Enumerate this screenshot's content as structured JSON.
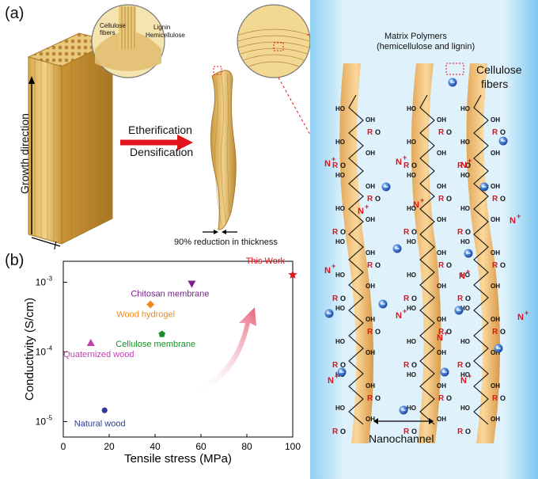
{
  "panel_a": {
    "label": "(a)",
    "growth_direction": "Growth direction",
    "length_symbol": "l",
    "zoom_labels": {
      "cellulose_fibers": "Cellulose fibers",
      "lignin": "Lignin",
      "hemicellulose": "Hemicellulose"
    },
    "process_line1": "Etherification",
    "process_line2": "Densification",
    "thickness_note": "90% reduction in thickness"
  },
  "panel_right": {
    "matrix_line1": "Matrix Polymers",
    "matrix_line2": "(hemicellulose and lignin)",
    "fibers_line1": "Cellulose",
    "fibers_line2": "fibers",
    "nanochannel": "Nanochannel",
    "chem": {
      "R": "R",
      "O": "O",
      "HO": "HO",
      "OH": "OH",
      "N": "N",
      "plus": "+"
    }
  },
  "panel_b": {
    "label": "(b)"
  },
  "colors": {
    "wood_light": "#e8c87a",
    "wood_dark": "#b8862f",
    "arrow_red": "#e0141a",
    "blue_bg": "#7ec8f0",
    "fiber": "#f2c078"
  },
  "chart_data": {
    "type": "scatter",
    "xlabel": "Tensile stress (MPa)",
    "ylabel": "Conductivity (S/cm)",
    "xlim": [
      0,
      100
    ],
    "ylim": [
      6e-06,
      0.002
    ],
    "yscale": "log",
    "xticks": [
      "0",
      "20",
      "40",
      "60",
      "80",
      "100"
    ],
    "yticks": [
      {
        "base": "10",
        "exp": "-5"
      },
      {
        "base": "10",
        "exp": "-4"
      },
      {
        "base": "10",
        "exp": "-3"
      }
    ],
    "points": [
      {
        "name": "This Work",
        "x": 100,
        "y": 0.00128,
        "color": "#e0141a",
        "marker": "star"
      },
      {
        "name": "Chitosan membrane",
        "x": 56,
        "y": 0.00095,
        "color": "#7a1f8c",
        "marker": "triangle-down"
      },
      {
        "name": "Wood hydrogel",
        "x": 38,
        "y": 0.00048,
        "color": "#f08a1c",
        "marker": "diamond"
      },
      {
        "name": "Cellulose membrane",
        "x": 43,
        "y": 0.00018,
        "color": "#1a8c2a",
        "marker": "pentagon"
      },
      {
        "name": "Quaternized wood",
        "x": 12,
        "y": 0.000135,
        "color": "#c040b0",
        "marker": "triangle-up"
      },
      {
        "name": "Natural wood",
        "x": 18,
        "y": 1.45e-05,
        "color": "#2b3aa0",
        "marker": "circle"
      }
    ]
  }
}
